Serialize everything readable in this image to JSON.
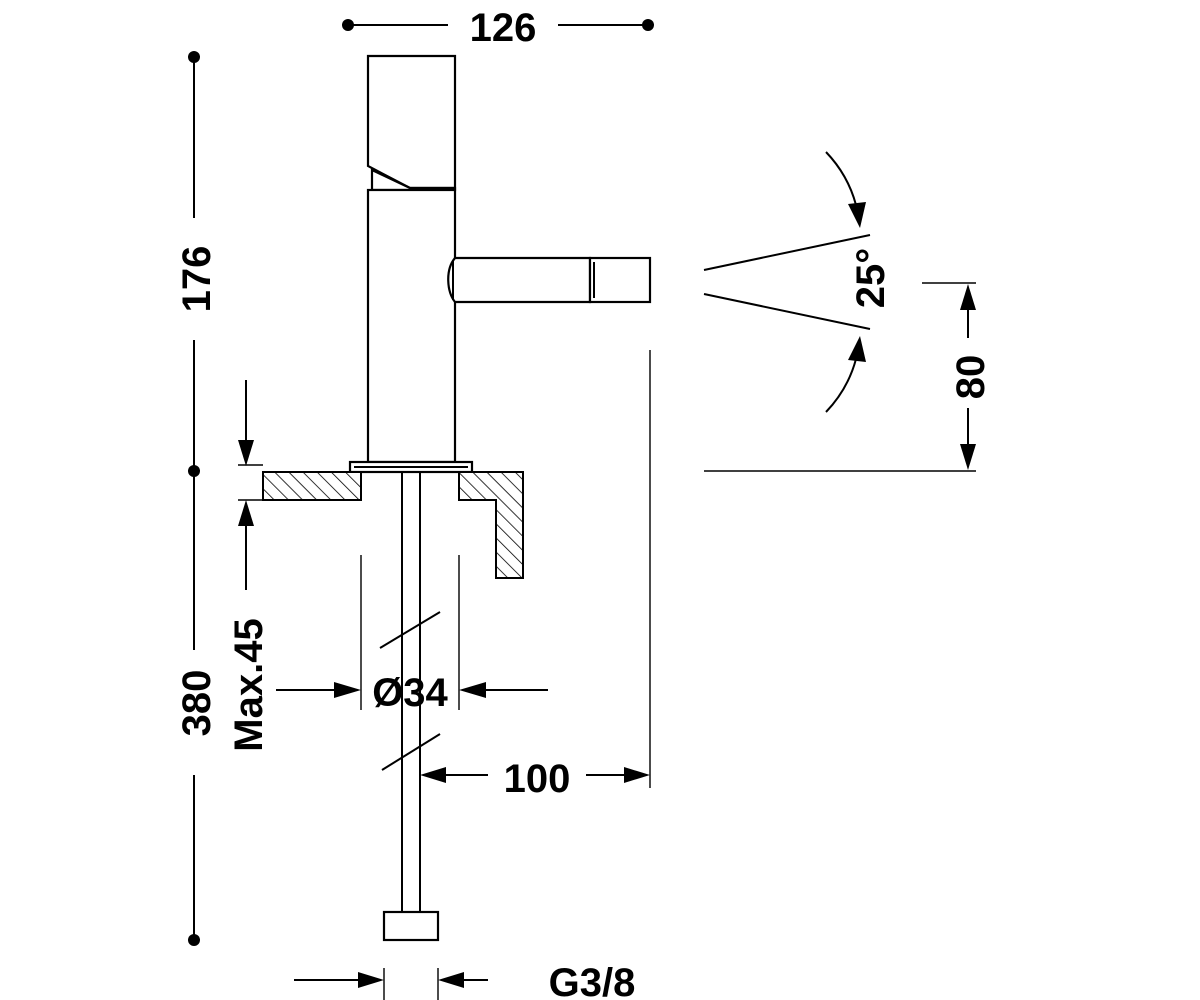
{
  "dimensions": {
    "width_total": "126",
    "height_upper": "176",
    "height_lower": "380",
    "deck_thickness": "Max.45",
    "hole_diameter": "Ø34",
    "spout_reach": "100",
    "spray_angle": "25°",
    "spout_height": "80",
    "connection_thread": "G3/8"
  },
  "colors": {
    "line": "#000000",
    "background": "#ffffff"
  }
}
